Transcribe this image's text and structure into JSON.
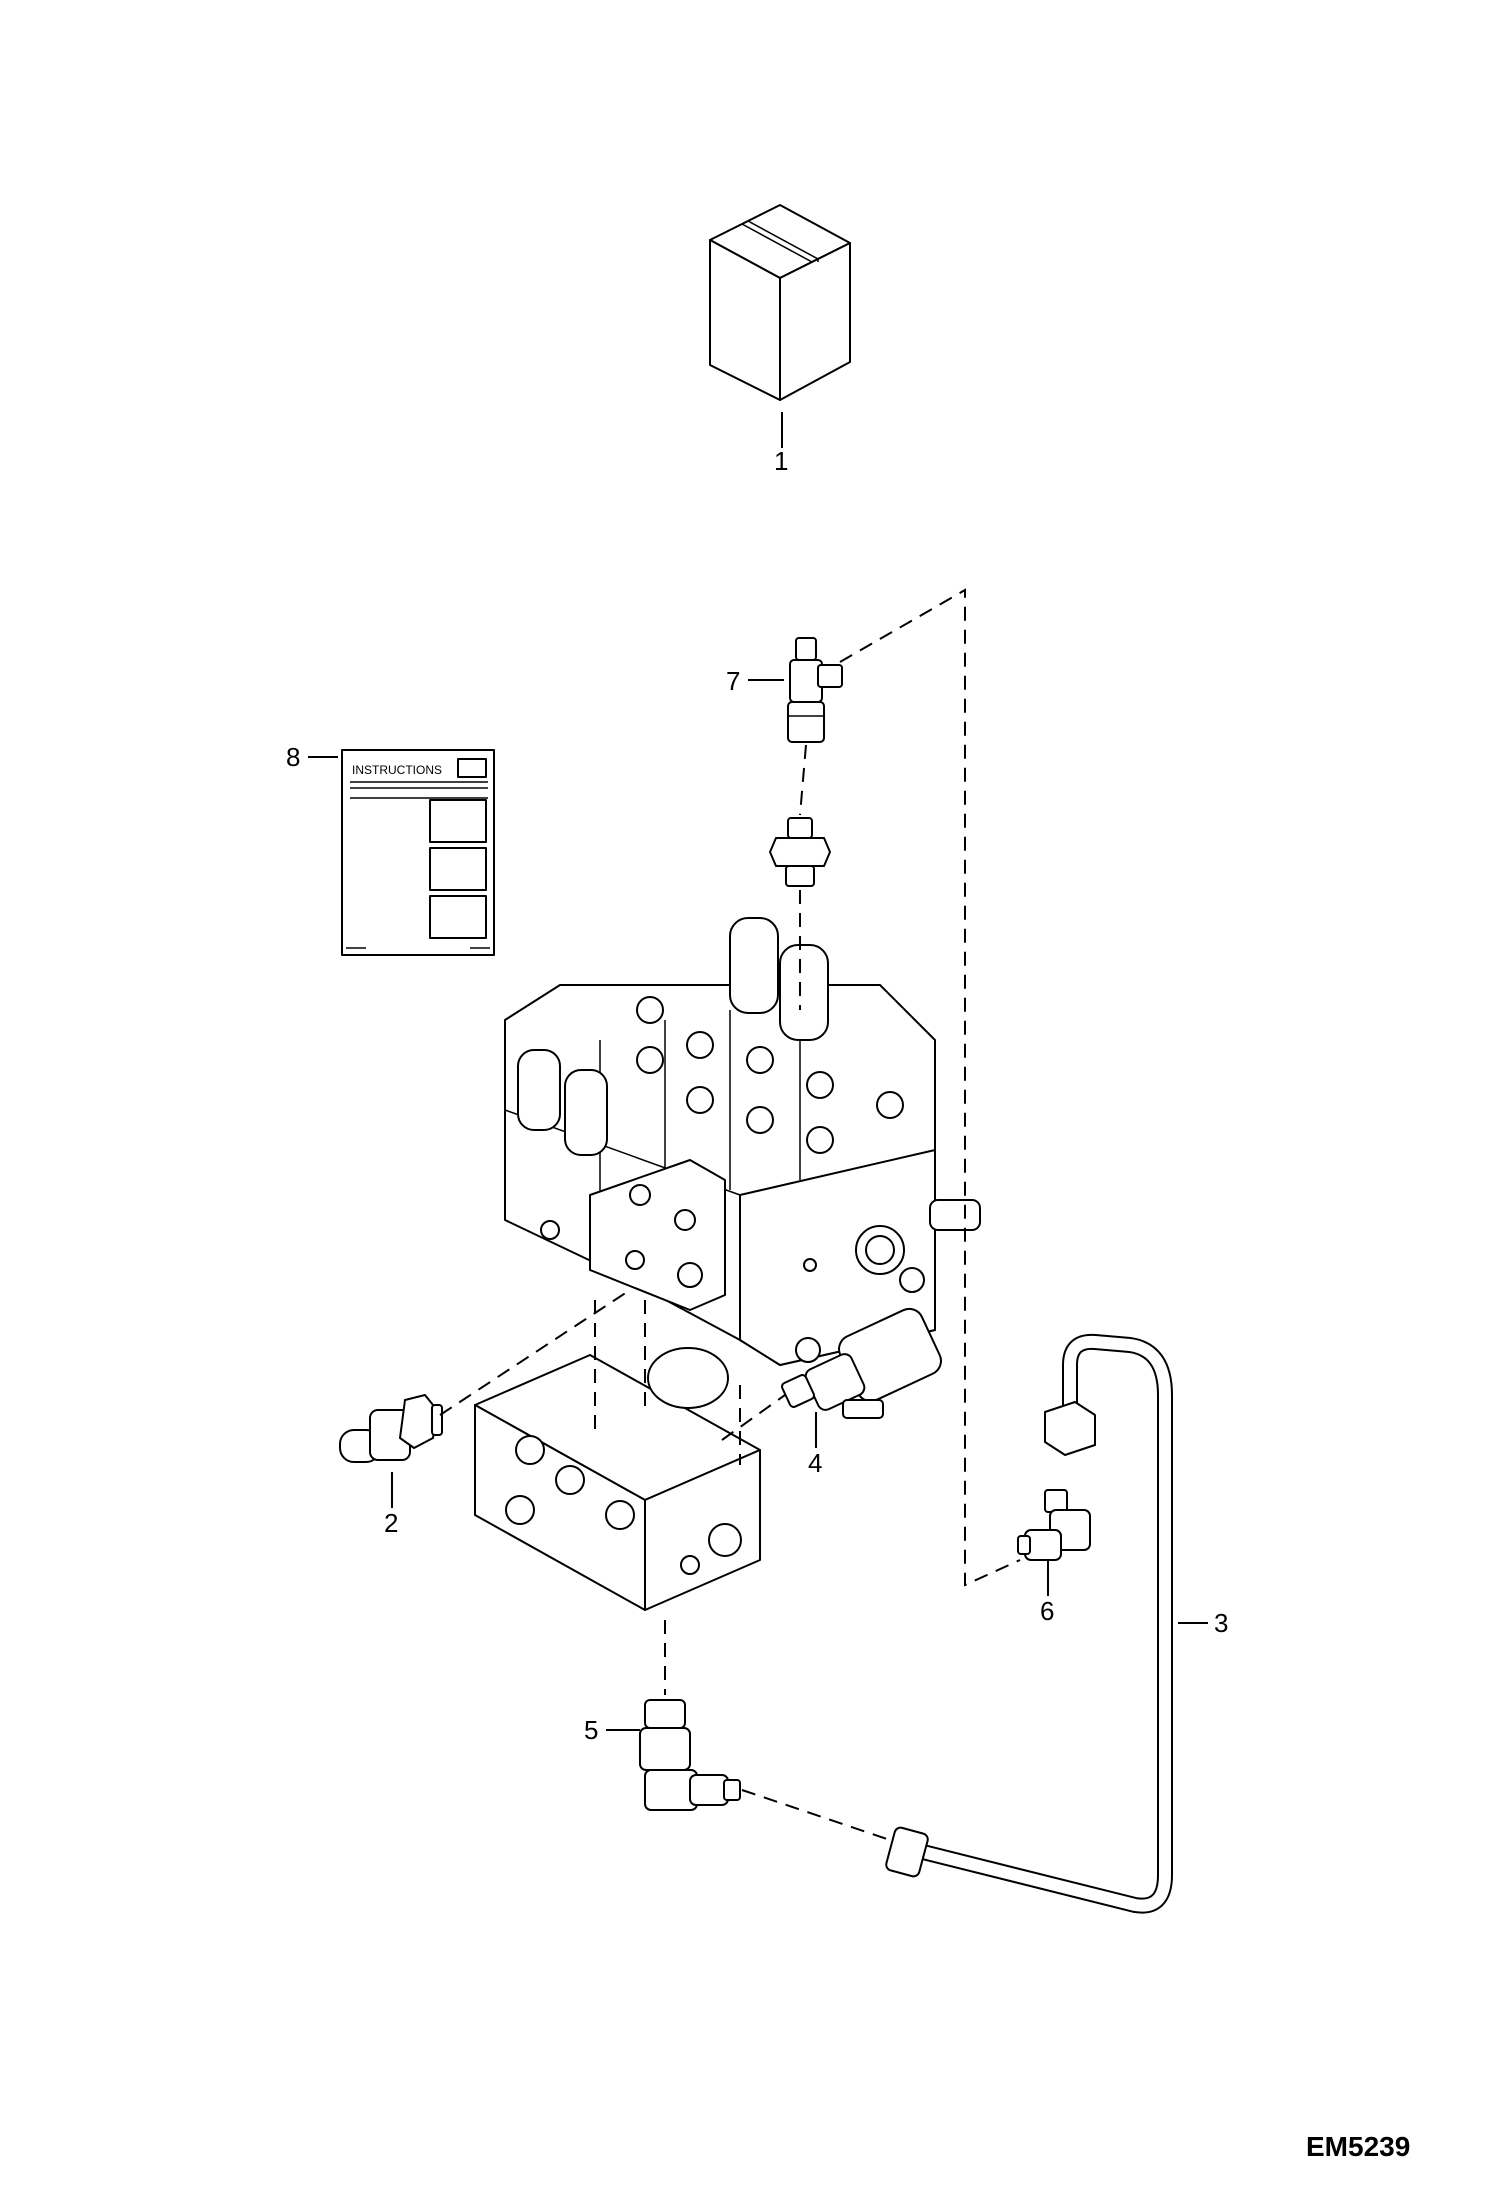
{
  "callouts": [
    "1",
    "2",
    "3",
    "4",
    "5",
    "6",
    "7",
    "8"
  ],
  "instructions_label": "INSTRUCTIONS",
  "drawing_code": "EM5239"
}
